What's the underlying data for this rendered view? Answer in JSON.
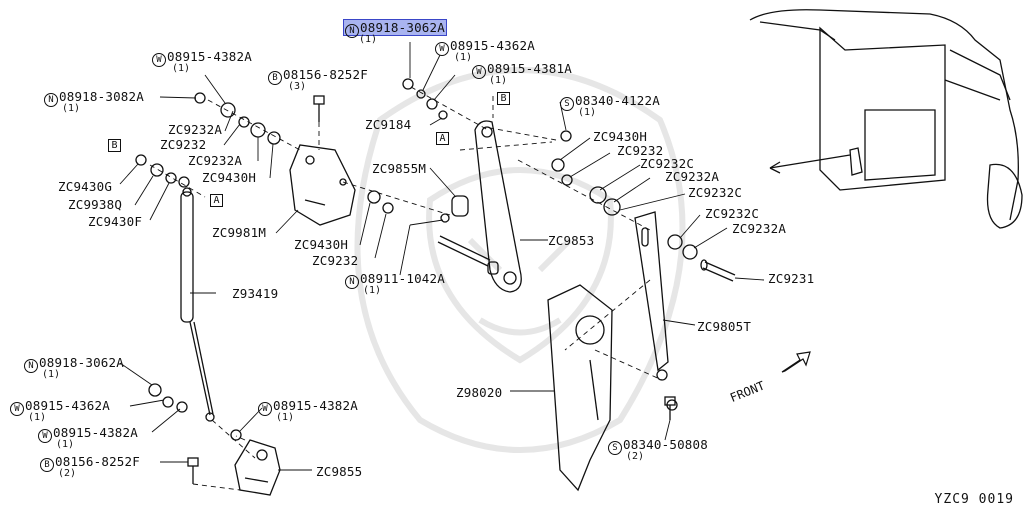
{
  "diagram_code": "YZC9 0019",
  "front_label": "FRONT",
  "refs": {
    "a": "A",
    "b": "B"
  },
  "labels": {
    "n_08918_3062a_top": {
      "prefix": "N",
      "code": "08918-3062A",
      "qty": "(1)"
    },
    "w_08915_4362a_top": {
      "prefix": "W",
      "code": "08915-4362A",
      "qty": "(1)"
    },
    "w_08915_4381a": {
      "prefix": "W",
      "code": "08915-4381A",
      "qty": "(1)"
    },
    "w_08915_4382a_top": {
      "prefix": "W",
      "code": "08915-4382A",
      "qty": "(1)"
    },
    "b_08156_8252f_top": {
      "prefix": "B",
      "code": "08156-8252F",
      "qty": "(3)"
    },
    "n_08918_3082a": {
      "prefix": "N",
      "code": "08918-3082A",
      "qty": "(1)"
    },
    "s_08340_4122a": {
      "prefix": "S",
      "code": "08340-4122A",
      "qty": "(1)"
    },
    "n_08911_1042a": {
      "prefix": "N",
      "code": "08911-1042A",
      "qty": "(1)"
    },
    "n_08918_3062a_bot": {
      "prefix": "N",
      "code": "08918-3062A",
      "qty": "(1)"
    },
    "w_08915_4362a_bot": {
      "prefix": "W",
      "code": "08915-4362A",
      "qty": "(1)"
    },
    "w_08915_4382a_bot1": {
      "prefix": "W",
      "code": "08915-4382A",
      "qty": "(1)"
    },
    "w_08915_4382a_bot2": {
      "prefix": "W",
      "code": "08915-4382A",
      "qty": "(1)"
    },
    "b_08156_8252f_bot": {
      "prefix": "B",
      "code": "08156-8252F",
      "qty": "(2)"
    },
    "s_08340_50808": {
      "prefix": "S",
      "code": "08340-50808",
      "qty": "(2)"
    }
  },
  "parts": {
    "zc9232a_1": "ZC9232A",
    "zc9232_1": "ZC9232",
    "zc9232a_2": "ZC9232A",
    "zc9430h_1": "ZC9430H",
    "zc9430g": "ZC9430G",
    "zc9938q": "ZC9938Q",
    "zc9430f": "ZC9430F",
    "zc9184": "ZC9184",
    "zc9855m": "ZC9855M",
    "zc9981m": "ZC9981M",
    "zc9430h_2": "ZC9430H",
    "zc9232_2": "ZC9232",
    "zc9853": "ZC9853",
    "zc9430h_3": "ZC9430H",
    "zc9232_3": "ZC9232",
    "zc9232c_1": "ZC9232C",
    "zc9232a_3": "ZC9232A",
    "zc9232c_2": "ZC9232C",
    "zc9232c_3": "ZC9232C",
    "zc9232a_4": "ZC9232A",
    "zc9231": "ZC9231",
    "zc9805t": "ZC9805T",
    "z93419": "Z93419",
    "z98020": "Z98020",
    "zc9855": "ZC9855"
  }
}
